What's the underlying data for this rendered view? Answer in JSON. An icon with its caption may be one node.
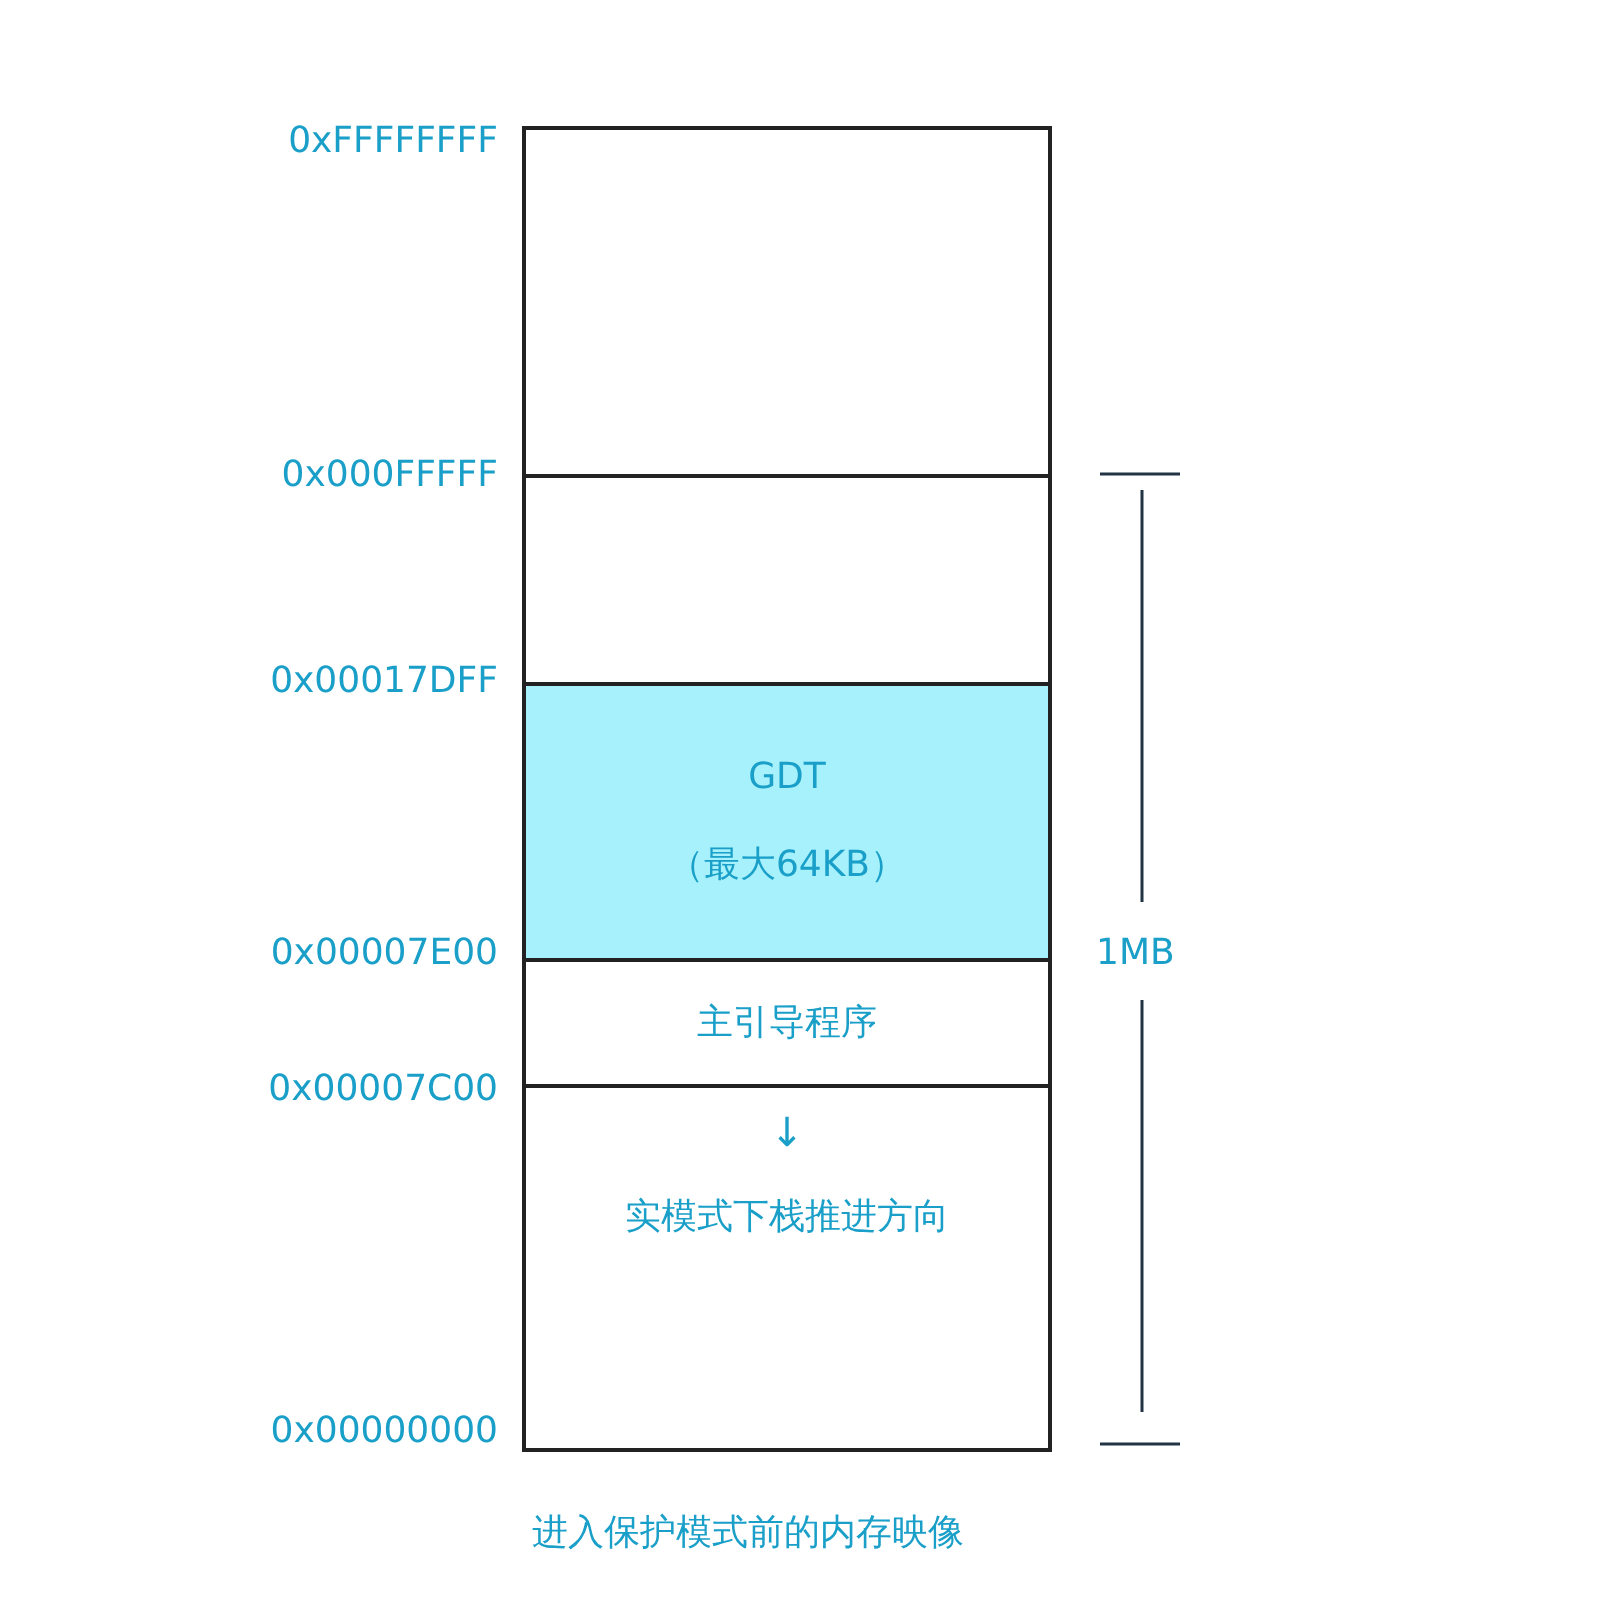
{
  "diagram": {
    "caption": "进入保护模式前的内存映像",
    "nodes": [
      {
        "text": [],
        "shape": "box"
      },
      {
        "text": [],
        "shape": "box"
      },
      {
        "text": [
          "GDT",
          "（最大64KB）"
        ]
      },
      {
        "text": [
          "主引导程序"
        ]
      },
      {
        "text": [
          "↓",
          "实模式下栈推进方向"
        ]
      }
    ],
    "labels": [
      "0xFFFFFFFF",
      "0x000FFFFF",
      "0x00017DFF",
      "0x00007E00",
      "0x00007C00",
      "0x00000000",
      "1MB"
    ]
  }
}
